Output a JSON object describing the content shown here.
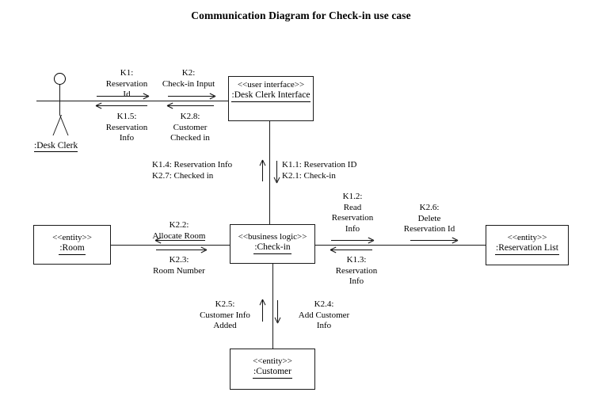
{
  "diagram": {
    "title": "Communication Diagram for Check-in use case",
    "type": "uml-communication-diagram"
  },
  "actor": {
    "name": ":Desk Clerk",
    "icon": "stick-figure-actor-icon"
  },
  "objects": [
    {
      "id": "desk-clerk-interface",
      "stereotype": "<<user interface>>",
      "name": ":Desk Clerk Interface"
    },
    {
      "id": "check-in",
      "stereotype": "<<business logic>>",
      "name": ":Check-in"
    },
    {
      "id": "room",
      "stereotype": "<<entity>>",
      "name": ":Room"
    },
    {
      "id": "reservation-list",
      "stereotype": "<<entity>>",
      "name": ":Reservation List"
    },
    {
      "id": "customer",
      "stereotype": "<<entity>>",
      "name": ":Customer"
    }
  ],
  "messages": {
    "k1": "K1:\nReservation\nId",
    "k1_5": "K1.5:\nReservation\nInfo",
    "k2": "K2:\nCheck-in Input",
    "k2_8": "K2.8:\nCustomer\nChecked in",
    "k1_4_k2_7": "K1.4: Reservation Info\nK2.7: Checked in",
    "k1_1_k2_1": "K1.1: Reservation ID\nK2.1: Check-in",
    "k2_2": "K2.2:\nAllocate Room",
    "k2_3": "K2.3:\nRoom Number",
    "k1_2": "K1.2:\nRead\nReservation\nInfo",
    "k1_3": "K1.3:\nReservation\nInfo",
    "k2_6": "K2.6:\nDelete\nReservation Id",
    "k2_5": "K2.5:\nCustomer Info\nAdded",
    "k2_4": "K2.4:\nAdd Customer\nInfo"
  },
  "colors": {
    "stroke": "#1a1a1a",
    "background": "#ffffff",
    "text": "#000000"
  }
}
